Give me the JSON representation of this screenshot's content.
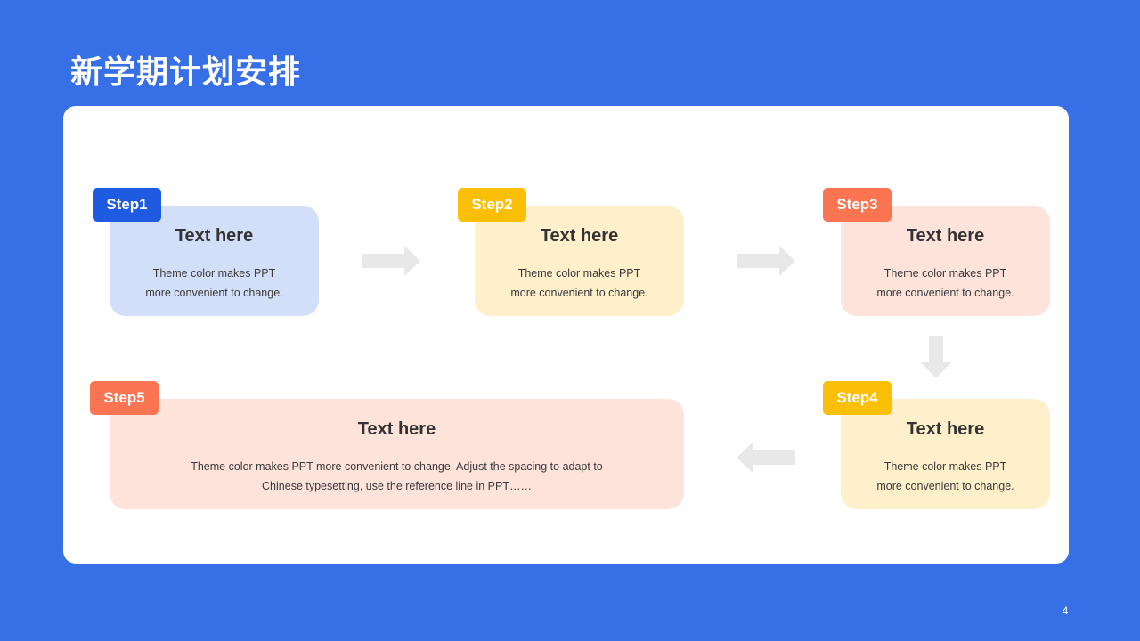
{
  "title": "新学期计划安排",
  "page_number": "4",
  "colors": {
    "background": "#376FE6",
    "panel": "#FFFFFF",
    "blue": "#1F5BE0",
    "yellow": "#FBBF08",
    "orange": "#FB7552",
    "card_blue": "#D3DFF8",
    "card_yellow": "#FFF0CB",
    "card_orange": "#FDE3DA",
    "arrow": "#E8E8E8"
  },
  "steps": [
    {
      "badge": "Step1",
      "title": "Text here",
      "body": "Theme  color makes PPT\nmore convenient  to change."
    },
    {
      "badge": "Step2",
      "title": "Text here",
      "body": "Theme  color makes PPT\nmore convenient  to change."
    },
    {
      "badge": "Step3",
      "title": "Text here",
      "body": "Theme  color makes PPT\nmore convenient  to change."
    },
    {
      "badge": "Step4",
      "title": "Text here",
      "body": "Theme  color makes PPT\nmore convenient  to change."
    },
    {
      "badge": "Step5",
      "title": "Text here",
      "body": "Theme  color makes PPT more convenient  to change.  Adjust  the spacing  to adapt to\nChinese  typesetting, use the reference line in PPT……"
    }
  ],
  "arrows": [
    "right-arrow-icon",
    "right-arrow-icon",
    "down-arrow-icon",
    "left-arrow-icon"
  ]
}
